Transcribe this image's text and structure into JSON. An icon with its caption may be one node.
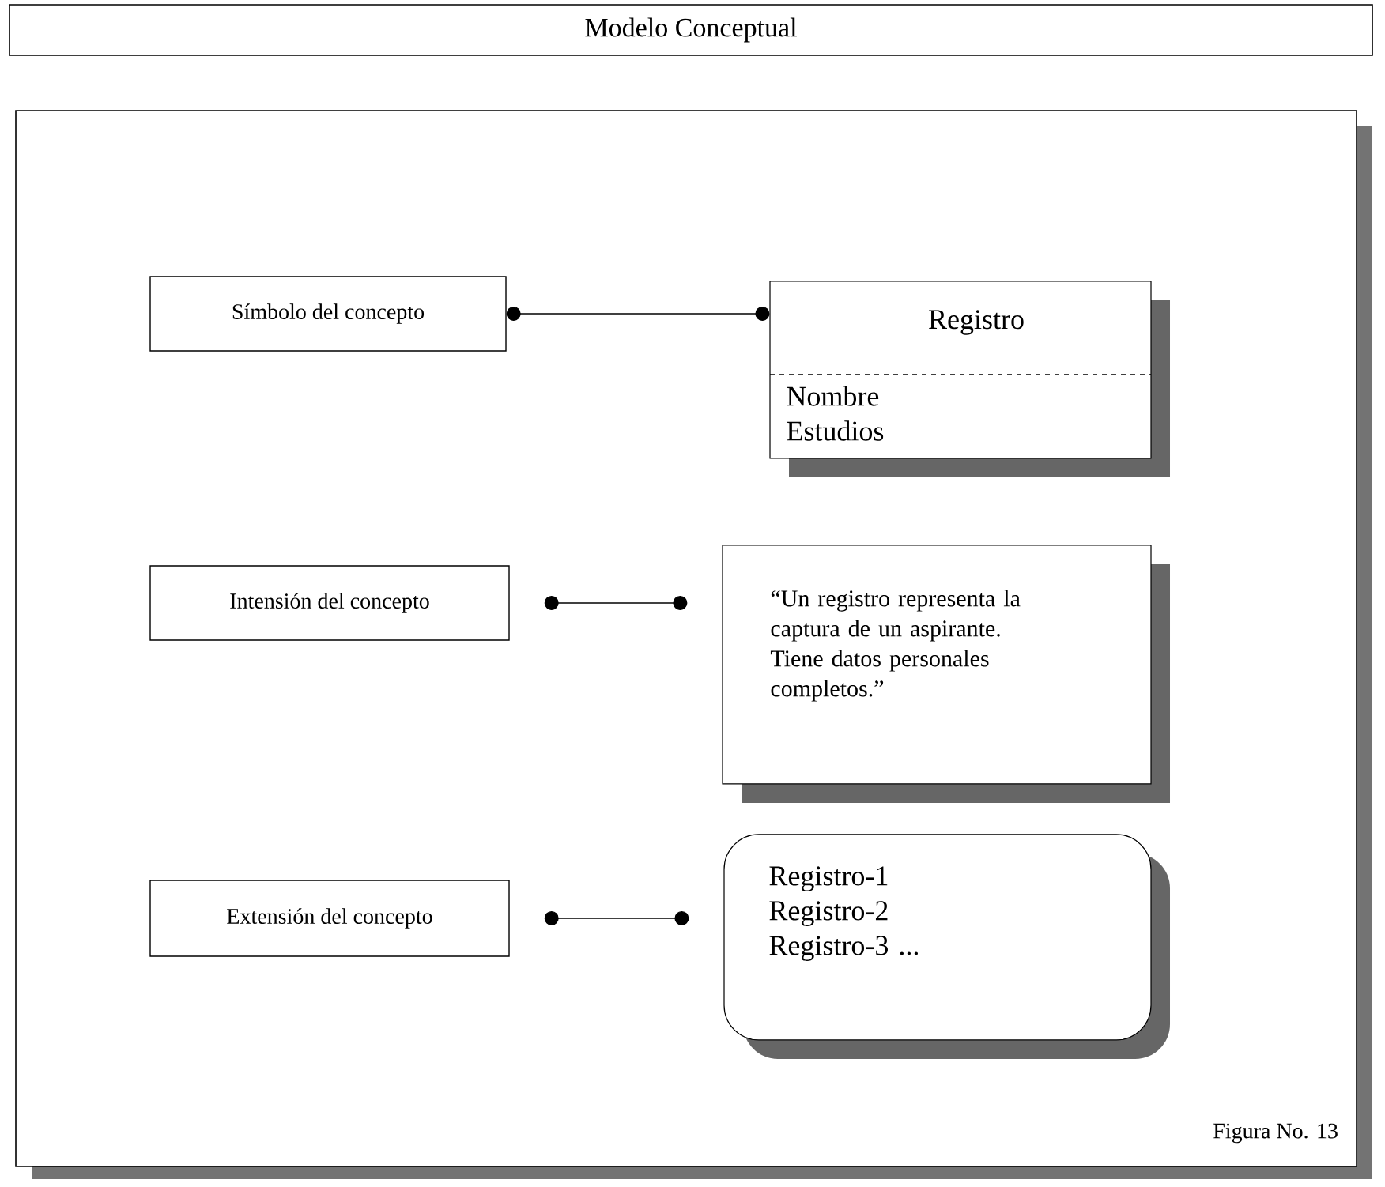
{
  "diagram": {
    "title": "Modelo Conceptual",
    "caption": "Figura No. 13",
    "nodes": [
      {
        "text": [
          "Símbolo del concepto"
        ]
      },
      {
        "text": [
          "Registro",
          "Nombre Estudios"
        ]
      },
      {
        "text": [
          "Intensión del concepto"
        ]
      },
      {
        "text": [
          "“Un registro representa la captura de un aspirante. Tiene datos personales completos.”"
        ]
      },
      {
        "text": [
          "Extensión del concepto"
        ]
      },
      {
        "text": [
          "Registro-1 Registro-2 Registro-3 ..."
        ]
      }
    ],
    "edges": [
      {
        "from": 0,
        "to": 1,
        "arrow": "other"
      },
      {
        "from": 2,
        "to": 3,
        "arrow": "other"
      },
      {
        "from": 4,
        "to": 5,
        "arrow": "other"
      }
    ]
  }
}
